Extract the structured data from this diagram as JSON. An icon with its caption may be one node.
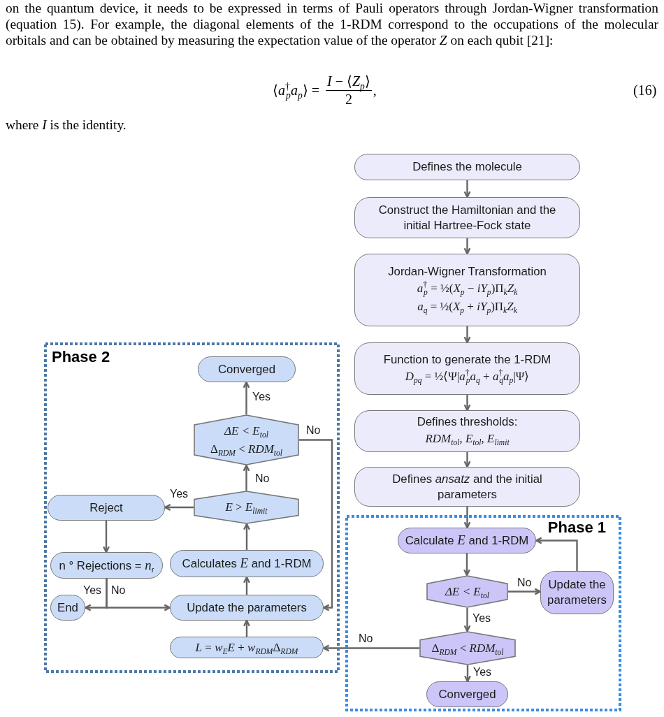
{
  "diagram": {
    "nodes": [
      {
        "text": [
          "Defines the molecule"
        ]
      },
      {
        "text": [
          "Construct the Hamiltonian and the initial Hartree-Fock state"
        ]
      },
      {
        "text": [
          "Jordan-Wigner Transformation",
          "*a*$^{†}$$_{p}$ = ½(*X*$_{p}$ − *iY*$_{p}$)Π$_{k}$*Z*$_{k}$",
          "*a*$_{q}$ = ½(*X*$_{p}$ + *iY*$_{p}$)Π$_{k}$*Z*$_{k}$"
        ]
      },
      {
        "text": [
          "Function to generate the 1-RDM",
          "*D*$_{pq}$ = ½⟨Ψ|*a*$^{†}$$_{p}$*a*$_{q}$ + *a*$^{†}$$_{q}$*a*$_{p}$|Ψ⟩"
        ]
      },
      {
        "text": [
          "Defines thresholds:",
          "*RDM*$_{tol}$, *E*$_{tol}$, *E*$_{limit}$"
        ]
      },
      {
        "text": [
          "Defines *ansatz* and the initial parameters"
        ]
      },
      {
        "text": [
          "Phase 1"
        ]
      },
      {
        "text": [
          "Calculate *E* and 1-RDM"
        ],
        "in": 6
      },
      {
        "text": [
          "ΔE < E$_{tol}$"
        ],
        "in": 6
      },
      {
        "text": [
          "Update the parameters"
        ],
        "in": 6
      },
      {
        "text": [
          "Δ$_{RDM}$ < *RDM*$_{tol}$"
        ],
        "in": 6
      },
      {
        "text": [
          "Converged"
        ],
        "in": 6
      },
      {
        "text": [
          "Phase 2"
        ]
      },
      {
        "text": [
          "Converged"
        ],
        "in": 12
      },
      {
        "text": [
          "ΔE < E$_{tol}$",
          "Δ$_{RDM}$ < *RDM*$_{tol}$"
        ],
        "in": 12
      },
      {
        "text": [
          "*E* > *E*$_{limit}$"
        ],
        "in": 12
      },
      {
        "text": [
          "Reject"
        ],
        "in": 12
      },
      {
        "text": [
          "Calculates *E* and 1-RDM"
        ],
        "in": 12
      },
      {
        "text": [
          "n ° Rejections = *n*$_{r}$"
        ],
        "in": 12
      },
      {
        "text": [
          "End"
        ],
        "in": 12
      },
      {
        "text": [
          "Update the parameters"
        ],
        "in": 12
      },
      {
        "text": [
          "*L* = *w*$_{E}$*E* + *w*$_{RDM}$Δ$_{RDM}$"
        ],
        "in": 12
      }
    ],
    "edges": [
      {
        "from": 0,
        "to": 1,
        "arrow": "to"
      },
      {
        "from": 1,
        "to": 2,
        "arrow": "to"
      },
      {
        "from": 2,
        "to": 3,
        "arrow": "to"
      },
      {
        "from": 3,
        "to": 4,
        "arrow": "to"
      },
      {
        "from": 4,
        "to": 5,
        "arrow": "to"
      },
      {
        "from": 5,
        "to": 7,
        "arrow": "to"
      },
      {
        "from": 7,
        "to": 8,
        "arrow": "to"
      },
      {
        "from": 8,
        "to": 9,
        "arrow": "to",
        "label": "No"
      },
      {
        "from": 9,
        "to": 7,
        "arrow": "to"
      },
      {
        "from": 8,
        "to": 10,
        "arrow": "to",
        "label": "Yes"
      },
      {
        "from": 10,
        "to": 11,
        "arrow": "to",
        "label": "Yes"
      },
      {
        "from": 10,
        "to": 21,
        "arrow": "to",
        "label": "No"
      },
      {
        "from": 21,
        "to": 20,
        "arrow": "to"
      },
      {
        "from": 20,
        "to": 17,
        "arrow": "to"
      },
      {
        "from": 17,
        "to": 15,
        "arrow": "to"
      },
      {
        "from": 15,
        "to": 14,
        "arrow": "to",
        "label": "No"
      },
      {
        "from": 14,
        "to": 13,
        "arrow": "to",
        "label": "Yes"
      },
      {
        "from": 14,
        "to": 20,
        "arrow": "to",
        "label": "No"
      },
      {
        "from": 15,
        "to": 16,
        "arrow": "to",
        "label": "Yes"
      },
      {
        "from": 16,
        "to": 18,
        "arrow": "to"
      },
      {
        "from": 18,
        "to": 19,
        "arrow": "to",
        "label": "Yes"
      },
      {
        "from": 18,
        "to": 20,
        "arrow": "to",
        "label": "No"
      }
    ],
    "labels": [
      "on the quantum device, it needs to be expressed in terms of Pauli operators through Jordan-Wigner transformation (equation 15). For example, the diagonal elements of the 1-RDM correspond to the occupations of the molecular orbitals and can be obtained by measuring the expectation value of the operator *Z* on each qubit [21]:",
      "⟨*a*$^{†}$$_{p}$*a*$_{p}$⟩ =",
      "*I* − ⟨*Z*$_{p}$⟩",
      "2",
      ",",
      "(16)",
      "where *I* is the identity."
    ]
  }
}
